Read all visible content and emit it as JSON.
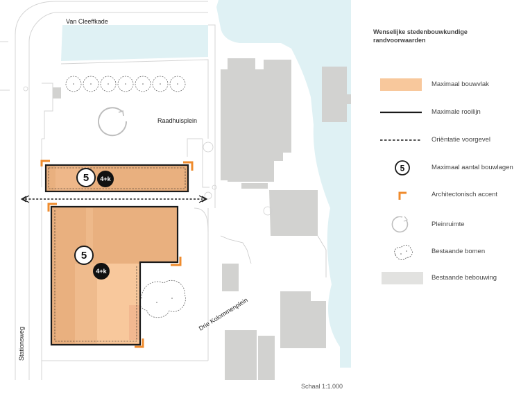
{
  "map": {
    "streets": {
      "van_cleeffkade": "Van Cleeffkade",
      "raadhuisplein": "Raadhuisplein",
      "stationsweg": "Stationsweg",
      "drie_kolommenplein": "Drie Kolommenplein"
    },
    "blocks": [
      {
        "id": "north",
        "max_floors": "5",
        "top_label": "4+k"
      },
      {
        "id": "south",
        "max_floors": "5",
        "top_label": "4+k"
      }
    ],
    "colors": {
      "water": "#dff1f4",
      "buildings": "#d2d2d0",
      "build_area": "#e9b07f",
      "build_area_light": "#f8c89c",
      "accent": "#ef8b2d",
      "lines": "#1a1a1a"
    }
  },
  "legend": {
    "title": "Wenselijke stedenbouwkundige randvoorwaarden",
    "items": [
      {
        "symbol": "orange-swatch",
        "label": "Maximaal bouwvlak"
      },
      {
        "symbol": "solid-line",
        "label": "Maximale rooilijn"
      },
      {
        "symbol": "dashed-line",
        "label": "Oriëntatie voorgevel"
      },
      {
        "symbol": "numbered-circle",
        "label": "Maximaal aantal bouwlagen",
        "sample": "5"
      },
      {
        "symbol": "orange-corner",
        "label": "Architectonisch accent"
      },
      {
        "symbol": "circular-arrow",
        "label": "Pleinruimte"
      },
      {
        "symbol": "tree-outline",
        "label": "Bestaande bomen"
      },
      {
        "symbol": "grey-swatch",
        "label": "Bestaande bebouwing"
      }
    ]
  },
  "scale": "Schaal 1:1.000"
}
